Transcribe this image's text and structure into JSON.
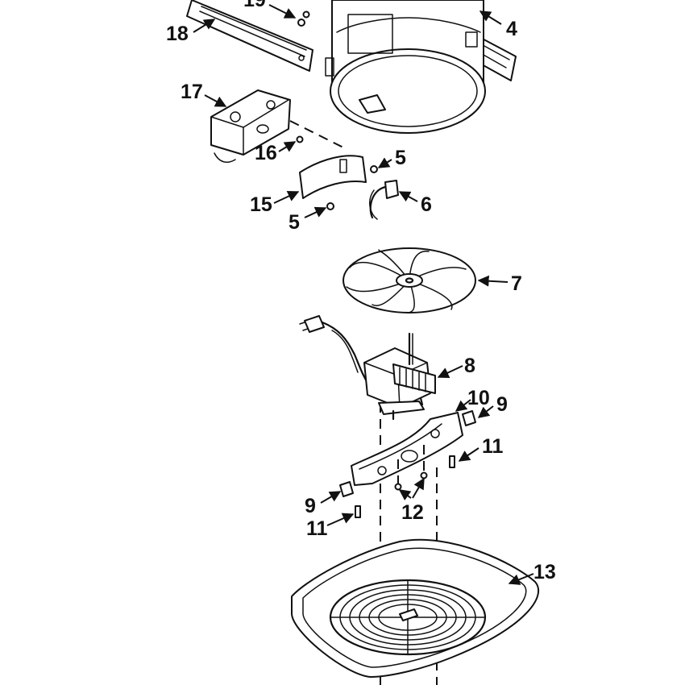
{
  "diagram": {
    "callouts": [
      "4",
      "5",
      "5",
      "6",
      "7",
      "8",
      "9",
      "9",
      "10",
      "11",
      "11",
      "12",
      "13",
      "15",
      "16",
      "17",
      "18",
      "19"
    ],
    "colors": {
      "ink": "#111111",
      "background": "#ffffff"
    }
  }
}
